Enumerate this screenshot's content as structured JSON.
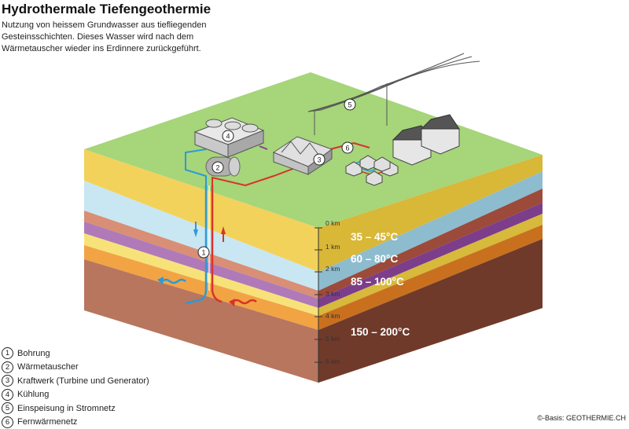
{
  "title": "Hydrothermale Tiefengeothermie",
  "subtitle": "Nutzung von heissem Grundwasser aus tiefliegenden Gesteinsschichten. Dieses Wasser wird nach dem Wärmetauscher wieder ins Erdinnere zurückgeführt.",
  "depth_labels": [
    "0 km",
    "1 km",
    "2 km",
    "3 km",
    "4 km",
    "5 km",
    "6 km"
  ],
  "temperature_labels": [
    "35 – 45°C",
    "60 – 80°C",
    "85 – 100°C",
    "150 – 200°C"
  ],
  "markers": [
    "1",
    "2",
    "3",
    "4",
    "5",
    "6"
  ],
  "legend": [
    {
      "num": "1",
      "label": "Bohrung"
    },
    {
      "num": "2",
      "label": "Wärmetauscher"
    },
    {
      "num": "3",
      "label": "Kraftwerk (Turbine und Generator)"
    },
    {
      "num": "4",
      "label": "Kühlung"
    },
    {
      "num": "5",
      "label": "Einspeisung in Stromnetz"
    },
    {
      "num": "6",
      "label": "Fernwärmenetz"
    }
  ],
  "credit": "©-Basis: GEOTHERMIE.CH",
  "colors": {
    "grass": "#a6d57a",
    "yellow": "#f3d25b",
    "lightblue": "#c9e6f3",
    "salmon": "#d88f75",
    "violet": "#b07ab8",
    "pale_yellow": "#f7e27a",
    "orange": "#f2a444",
    "brown": "#b8765f",
    "hot_pipe": "#d9322b",
    "cold_pipe": "#2b9ad6"
  }
}
